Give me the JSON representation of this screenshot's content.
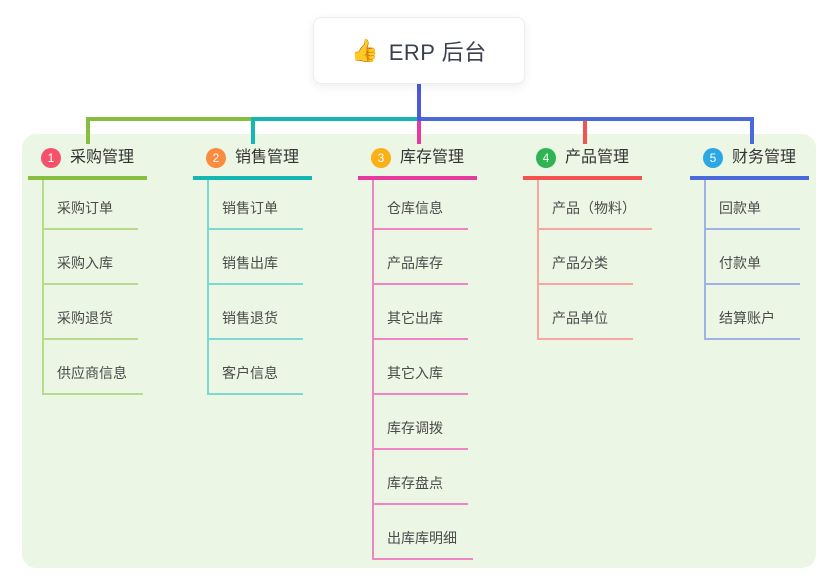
{
  "root": {
    "icon": "👍",
    "icon_name": "thumbs-up-icon",
    "title": "ERP 后台"
  },
  "branches": [
    {
      "badge": "1",
      "label": "采购管理",
      "badge_color": "#f4516b",
      "line_color": "#86bf40",
      "child_line_color": "#b6db8c",
      "children": [
        "采购订单",
        "采购入库",
        "采购退货",
        "供应商信息"
      ]
    },
    {
      "badge": "2",
      "label": "销售管理",
      "badge_color": "#fb8b3e",
      "line_color": "#14b7b2",
      "child_line_color": "#7fd7d1",
      "children": [
        "销售订单",
        "销售出库",
        "销售退货",
        "客户信息"
      ]
    },
    {
      "badge": "3",
      "label": "库存管理",
      "badge_color": "#fbb018",
      "line_color": "#e63a9f",
      "child_line_color": "#f085c6",
      "children": [
        "仓库信息",
        "产品库存",
        "其它出库",
        "其它入库",
        "库存调拨",
        "库存盘点",
        "出库库明细"
      ]
    },
    {
      "badge": "4",
      "label": "产品管理",
      "badge_color": "#2fb454",
      "line_color": "#f4524e",
      "child_line_color": "#f9a6a3",
      "children": [
        "产品（物料）",
        "产品分类",
        "产品单位"
      ]
    },
    {
      "badge": "5",
      "label": "财务管理",
      "badge_color": "#2ba7e3",
      "line_color": "#4a6adc",
      "child_line_color": "#9fb2e6",
      "children": [
        "回款单",
        "付款单",
        "结算账户"
      ]
    }
  ],
  "colors": {
    "panel_bg": "#ebf6e4",
    "root_stem": "#4c58de",
    "card_bg": "#ffffff",
    "title_text": "#3a4050",
    "header_text": "#333333",
    "child_text": "#4b4b4b"
  }
}
